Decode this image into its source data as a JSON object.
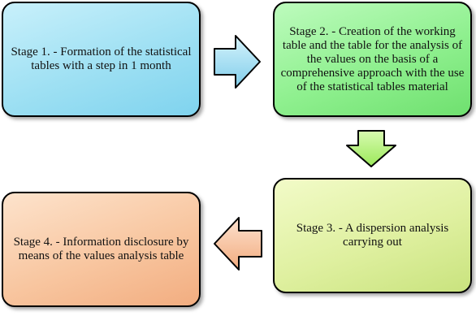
{
  "stages": [
    {
      "text": "Stage 1. - Formation of the statistical tables with a step in 1 month"
    },
    {
      "text": "Stage 2. - Creation of the working table and the table for the analysis of the values on the basis of a comprehensive approach with the use of the statistical tables material"
    },
    {
      "text": "Stage 3. - A dispersion analysis carrying out"
    },
    {
      "text": "Stage 4. - Information disclosure by means of the values analysis table"
    }
  ],
  "colors": {
    "stage1": "#9ee0f3",
    "stage2": "#8ff08f",
    "stage3": "#dff0a0",
    "stage4": "#f8c6a0",
    "arrow_blue": "#8fd4ee",
    "arrow_green": "#b3f07a",
    "arrow_orange": "#f6c29c"
  }
}
